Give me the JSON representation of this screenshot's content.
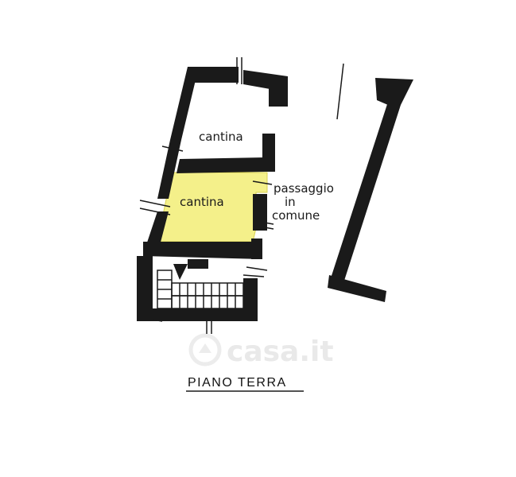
{
  "plan": {
    "title": "PIANO TERRA",
    "rooms": {
      "cantina_upper": "cantina",
      "cantina_highlight": "cantina",
      "passaggio_line1": "passaggio",
      "passaggio_line2": "in",
      "passaggio_line3": "comune"
    },
    "watermark": "casa.it",
    "colors": {
      "wall": "#1a1a1a",
      "highlight": "#f4f08a",
      "watermark": "#e9e9e9"
    }
  }
}
